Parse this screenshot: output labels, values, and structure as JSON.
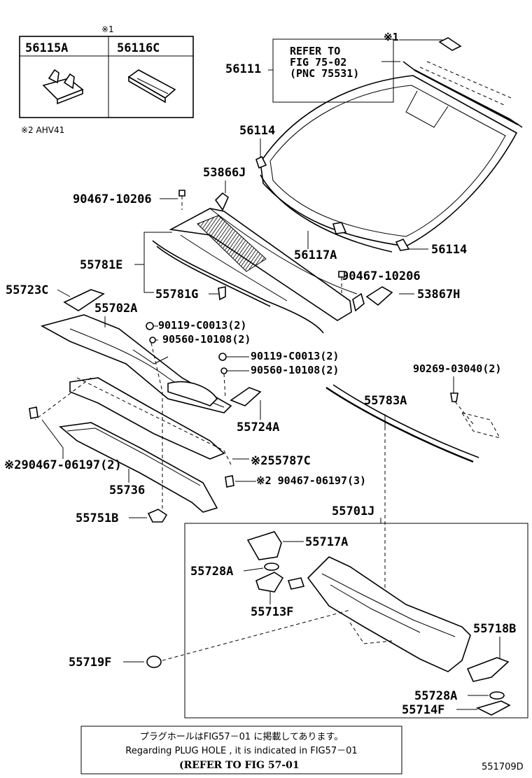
{
  "inset_table": {
    "note_mark": "※1",
    "col1": "56115A",
    "col2": "56116C",
    "footnote": "※2  AHV41"
  },
  "refer_box": {
    "mark": "※1",
    "line1": "REFER TO",
    "line2": "FIG 75-02",
    "line3": "(PNC 75531)"
  },
  "labels": {
    "p56111": "56111",
    "p56114a": "56114",
    "p53866J": "53866J",
    "p90467_10206a": "90467-10206",
    "p56117A": "56117A",
    "p56114b": "56114",
    "p55781E": "55781E",
    "p90467_10206b": "90467-10206",
    "p55723C": "55723C",
    "p55781G": "55781G",
    "p53867H": "53867H",
    "p55702A": "55702A",
    "p90119_a": "90119-C0013(2)",
    "p90560_a": "90560-10108(2)",
    "p90119_b": "90119-C0013(2)",
    "p90560_b": "90560-10108(2)",
    "p90269": "90269-03040(2)",
    "p55783A": "55783A",
    "p55724A": "55724A",
    "p90467_06197a": "※290467-06197(2)",
    "p55787C": "※255787C",
    "p55736": "55736",
    "p90467_06197b": "※2 90467-06197(3)",
    "p55751B": "55751B",
    "p55701J": "55701J",
    "p55717A": "55717A",
    "p55728Aa": "55728A",
    "p55713F": "55713F",
    "p55718B": "55718B",
    "p55719F": "55719F",
    "p55728Ab": "55728A",
    "p55714F": "55714F"
  },
  "footer": {
    "line_jp": "プラグホールはFIG57－01 に掲載してあります。",
    "line_en": "Regarding PLUG HOLE , it is indicated in FIG57－01",
    "line_ref": "(REFER TO FIG 57-01"
  },
  "figure_id": "551709D"
}
